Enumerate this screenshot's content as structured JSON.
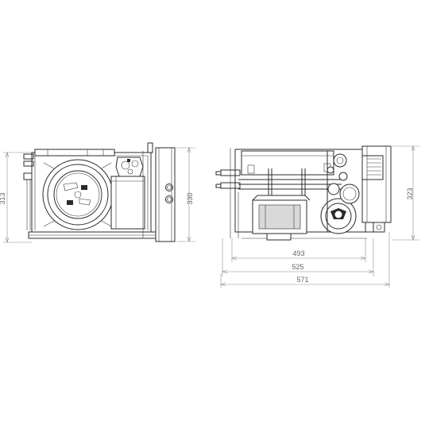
{
  "colors": {
    "line": "#2b2b2b",
    "dimension": "#8a8a8a",
    "dimension_text": "#666666"
  },
  "side_view": {
    "height_left": "313",
    "height_right": "330"
  },
  "front_view": {
    "width_inner": "493",
    "width_mid": "525",
    "width_overall": "571",
    "height_right": "323"
  }
}
